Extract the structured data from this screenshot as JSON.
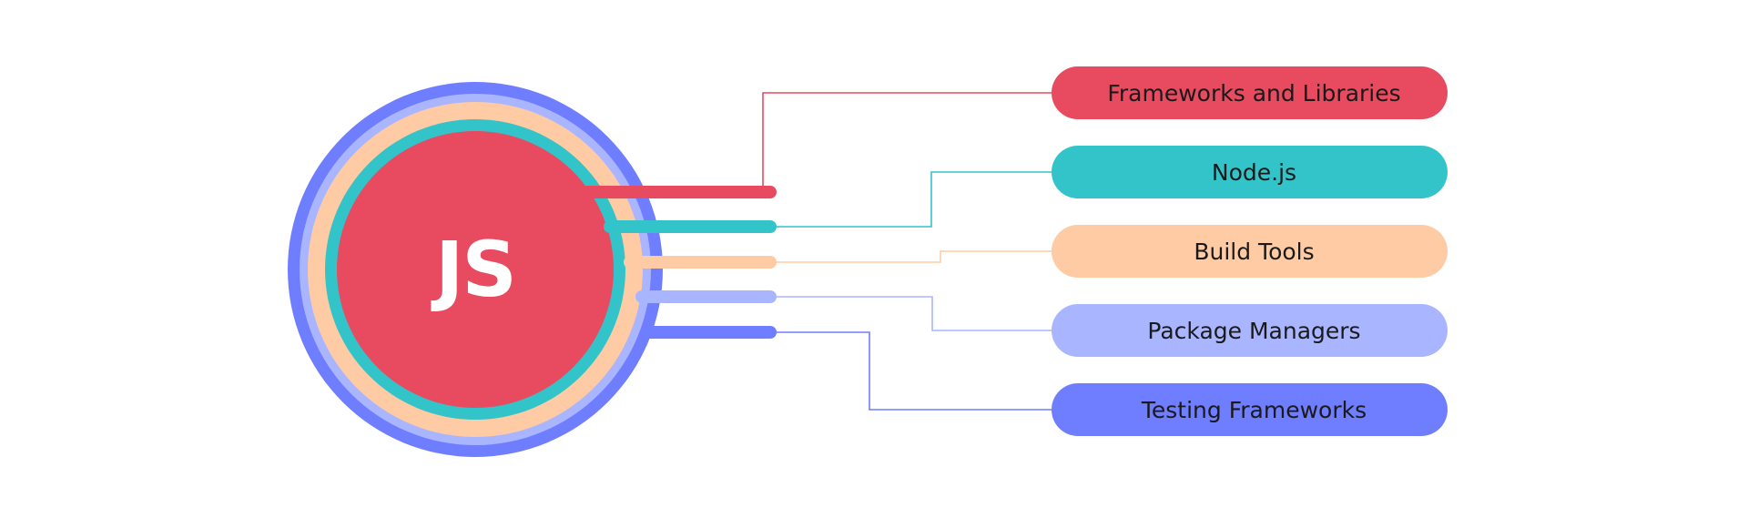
{
  "logo": {
    "text": "JS",
    "text_color": "#ffffff"
  },
  "colors": {
    "outer_ring": "#6f7dff",
    "ring_lavender": "#a9b6ff",
    "ring_peach": "#ffcba4",
    "ring_teal": "#33c4c9",
    "core_red": "#e84a5f"
  },
  "categories": [
    {
      "label": "Frameworks and Libraries",
      "color": "#e84a5f",
      "icon": ""
    },
    {
      "label": "Node.js",
      "color": "#33c4c9",
      "icon": ""
    },
    {
      "label": "Build Tools",
      "color": "#ffcba4",
      "icon": ""
    },
    {
      "label": "Package Managers",
      "color": "#a9b6ff",
      "icon": ""
    },
    {
      "label": "Testing Frameworks",
      "color": "#6f7dff",
      "icon": ""
    }
  ]
}
